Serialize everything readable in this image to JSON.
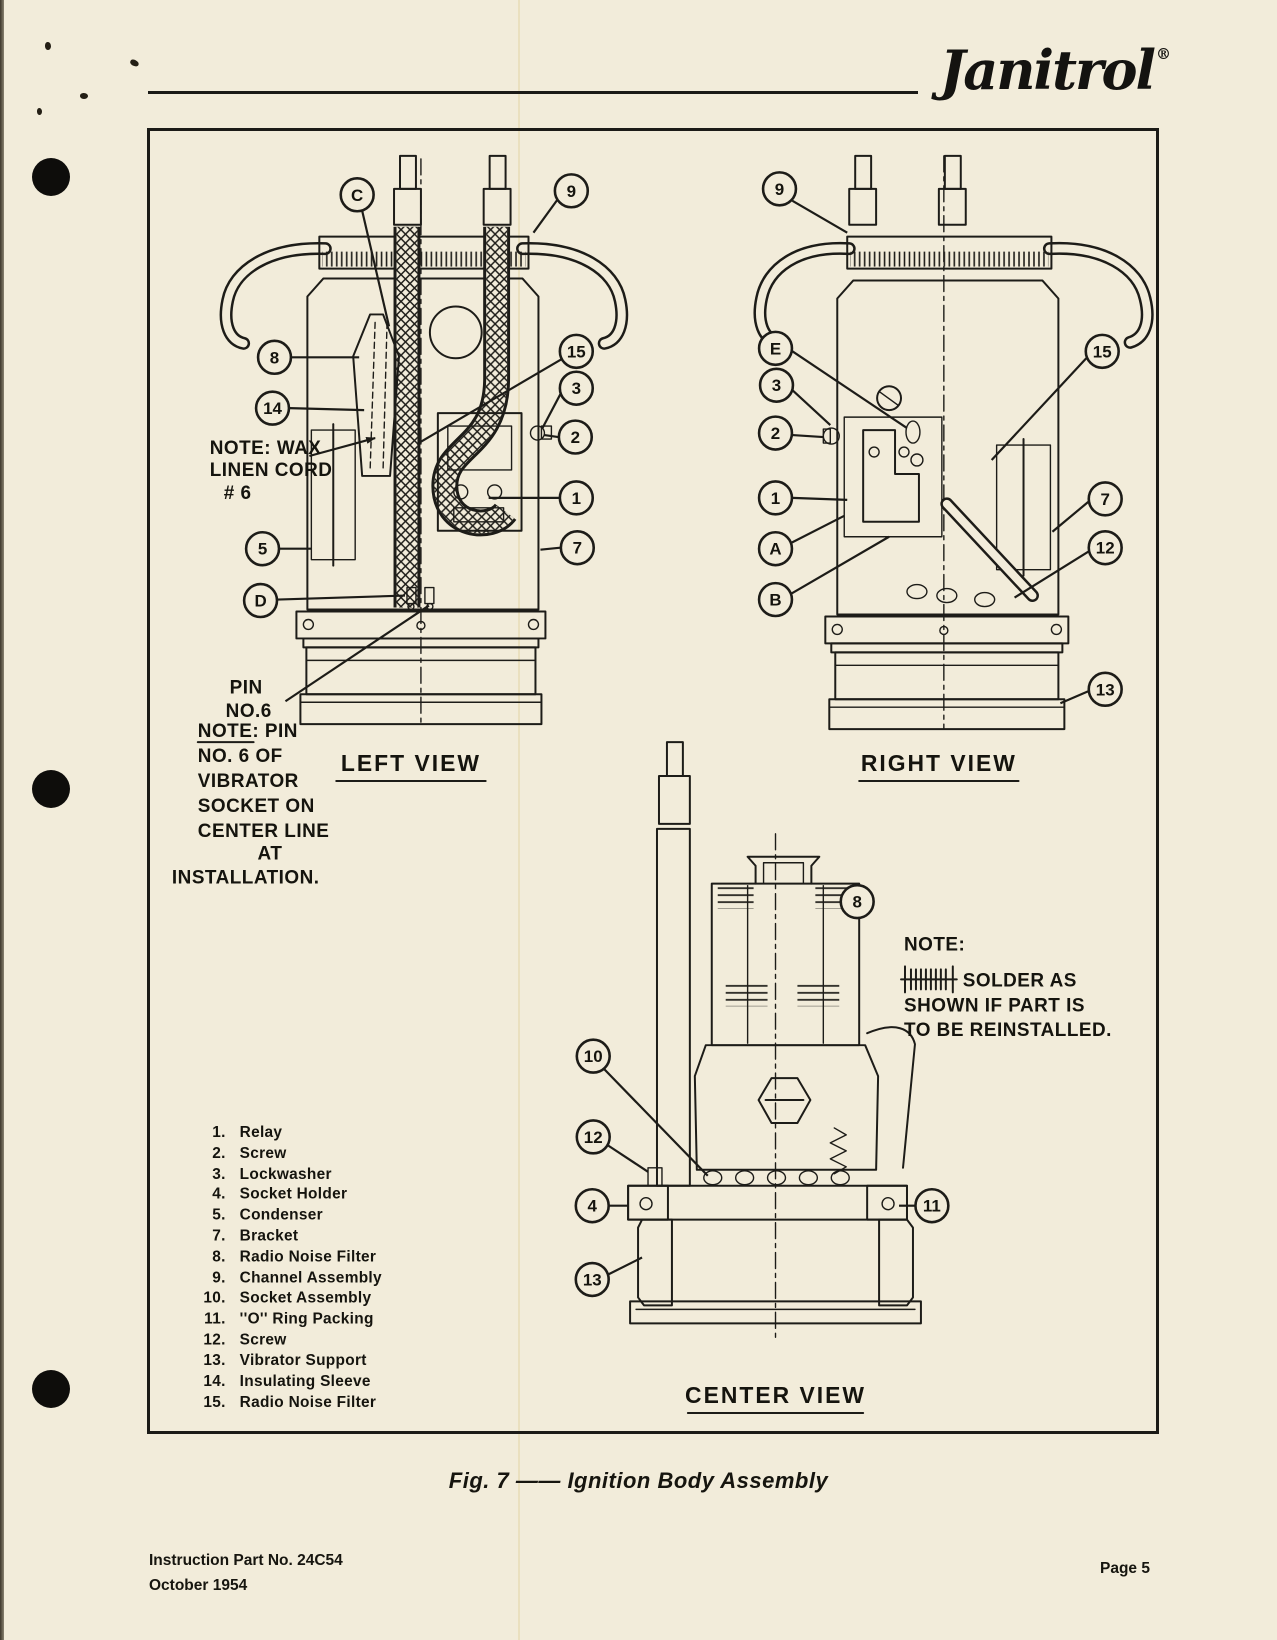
{
  "page": {
    "paper_color": "#f2ecda",
    "ink_color": "#1d1c18",
    "header": {
      "brand": "Janitrol",
      "registered_mark": "®"
    },
    "caption": "Fig. 7 —— Ignition Body Assembly",
    "footer": {
      "part_no": "Instruction Part No. 24C54",
      "date": "October 1954",
      "page": "Page 5"
    }
  },
  "figure": {
    "left_view": {
      "title": "LEFT VIEW",
      "callouts": [
        "C",
        "9",
        "8",
        "14",
        "15",
        "3",
        "2",
        "1",
        "7",
        "5",
        "D"
      ],
      "wax_note": [
        "NOTE: WAX",
        "LINEN CORD",
        "# 6"
      ],
      "pin_label": [
        "PIN",
        "NO.6"
      ],
      "pin_note_lead": "NOTE",
      "pin_note_lead_rest": ": PIN",
      "pin_note": [
        "NO. 6   OF",
        "VIBRATOR",
        "SOCKET ON",
        "CENTER LINE",
        "AT",
        "INSTALLATION."
      ]
    },
    "right_view": {
      "title": "RIGHT VIEW",
      "callouts": [
        "9",
        "E",
        "3",
        "2",
        "1",
        "A",
        "B",
        "15",
        "7",
        "12",
        "13"
      ]
    },
    "center_view": {
      "title": "CENTER VIEW",
      "callouts": [
        "8",
        "10",
        "12",
        "4",
        "11",
        "13"
      ],
      "solder_note": {
        "heading": "NOTE:",
        "line1": "SOLDER AS",
        "line2": "SHOWN IF PART IS",
        "line3": "TO BE REINSTALLED."
      }
    },
    "parts_list": {
      "items": [
        {
          "num": "1.",
          "name": "Relay"
        },
        {
          "num": "2.",
          "name": "Screw"
        },
        {
          "num": "3.",
          "name": "Lockwasher"
        },
        {
          "num": "4.",
          "name": "Socket Holder"
        },
        {
          "num": "5.",
          "name": "Condenser"
        },
        {
          "num": "7.",
          "name": "Bracket"
        },
        {
          "num": "8.",
          "name": "Radio Noise Filter"
        },
        {
          "num": "9.",
          "name": "Channel Assembly"
        },
        {
          "num": "10.",
          "name": "Socket Assembly"
        },
        {
          "num": "11.",
          "name": "''O'' Ring Packing"
        },
        {
          "num": "12.",
          "name": "Screw"
        },
        {
          "num": "13.",
          "name": "Vibrator Support"
        },
        {
          "num": "14.",
          "name": "Insulating Sleeve"
        },
        {
          "num": "15.",
          "name": "Radio Noise Filter"
        }
      ]
    }
  }
}
